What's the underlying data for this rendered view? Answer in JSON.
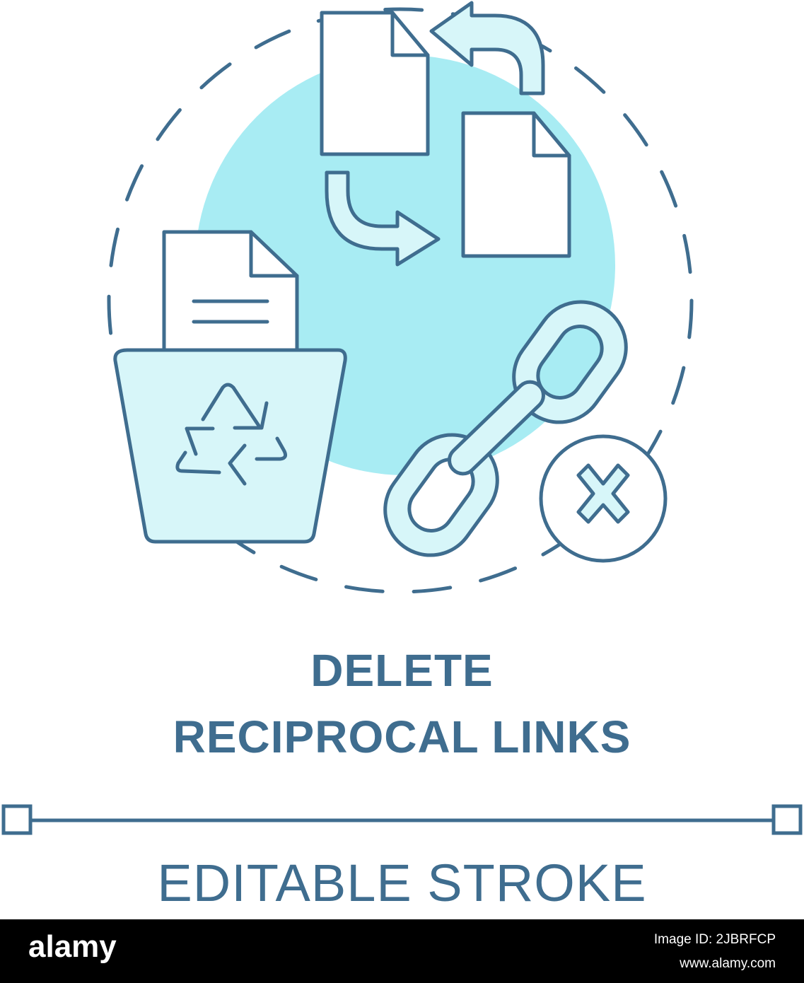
{
  "colors": {
    "stroke": "#3f6d8f",
    "accent_fill": "#a8ecf3",
    "light_fill": "#d7f6f9",
    "background": "#ffffff",
    "watermark_bar": "#000000"
  },
  "icons": [
    "dashed-circle-icon",
    "document-icon",
    "curved-arrow-icon",
    "recycle-bin-icon",
    "recycle-symbol-icon",
    "chain-link-icon",
    "cancel-x-icon"
  ],
  "title": {
    "line1": "DELETE",
    "line2": "RECIPROCAL LINKS"
  },
  "subtitle": "EDITABLE STROKE",
  "watermark": {
    "logo": "alamy",
    "image_id": "Image ID: 2JBRFCP",
    "site": "www.alamy.com"
  }
}
